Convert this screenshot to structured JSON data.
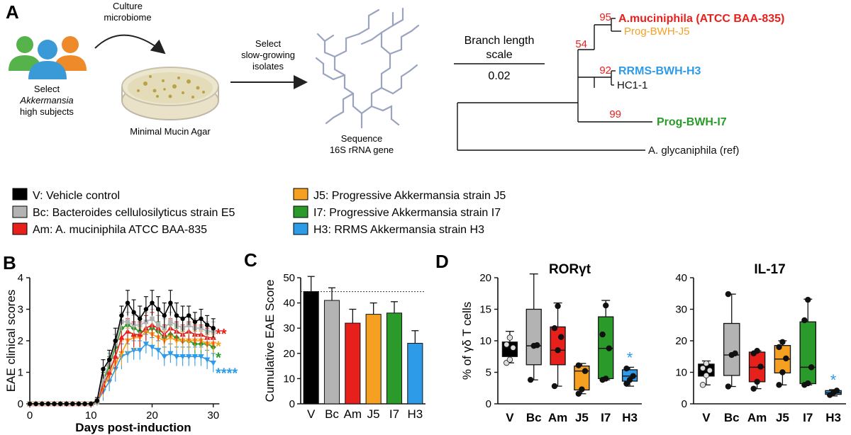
{
  "panel_a": {
    "label": "A",
    "culture_label_1": "Culture",
    "culture_label_2": "microbiome",
    "select_label_1": "Select",
    "select_label_2": "Akkermansia",
    "select_label_3": "high subjects",
    "agar_label": "Minimal Mucin Agar",
    "slow_label_1": "Select",
    "slow_label_2": "slow-growing",
    "slow_label_3": "isolates",
    "sequence_label_1": "Sequence",
    "sequence_label_2": "16S rRNA gene",
    "scale_label_1": "Branch length",
    "scale_label_2": "scale",
    "scale_value": "0.02",
    "tree": {
      "taxa": [
        {
          "name": "A.muciniphila (ATCC BAA-835)",
          "color": "#e8201c"
        },
        {
          "name": "Prog-BWH-J5",
          "color": "#f5a020"
        },
        {
          "name": "RRMS-BWH-H3",
          "color": "#2e9be8"
        },
        {
          "name": "HC1-1",
          "color": "#111111"
        },
        {
          "name": "Prog-BWH-I7",
          "color": "#2a9a2a"
        },
        {
          "name": "A. glycaniphila (ref)",
          "color": "#111111"
        }
      ],
      "bootstraps": [
        "95",
        "54",
        "92",
        "99"
      ]
    }
  },
  "legend": [
    {
      "text": "V: Vehicle control",
      "color": "#000000"
    },
    {
      "text": "Bc: Bacteroides cellulosilyticus strain E5",
      "color": "#b3b3b3"
    },
    {
      "text": "Am: A. muciniphila ATCC BAA-835",
      "color": "#e8201c"
    },
    {
      "text": "J5: Progressive Akkermansia strain J5",
      "color": "#f5a020"
    },
    {
      "text": "I7: Progressive Akkermansia strain I7",
      "color": "#2a9a2a"
    },
    {
      "text": "H3: RRMS Akkermansia strain H3",
      "color": "#2e9be8"
    }
  ],
  "chart_data": [
    {
      "panel": "B",
      "type": "line",
      "xlabel": "Days post-induction",
      "ylabel": "EAE clinical scores",
      "xlim": [
        0,
        32
      ],
      "ylim": [
        0,
        4
      ],
      "xticks": [
        0,
        10,
        20,
        30
      ],
      "yticks": [
        0,
        1,
        2,
        3,
        4
      ],
      "x": [
        0,
        1,
        2,
        3,
        4,
        5,
        6,
        7,
        8,
        9,
        10,
        11,
        12,
        13,
        14,
        15,
        16,
        17,
        18,
        19,
        20,
        21,
        22,
        23,
        24,
        25,
        26,
        27,
        28,
        29,
        30
      ],
      "series": [
        {
          "name": "V",
          "color": "#000000",
          "marker": "circle",
          "values": [
            0,
            0,
            0,
            0,
            0,
            0,
            0,
            0,
            0,
            0,
            0,
            0.1,
            1.1,
            1.4,
            2.0,
            2.8,
            3.2,
            2.9,
            2.7,
            3.0,
            3.2,
            3.0,
            2.8,
            3.2,
            2.8,
            2.7,
            2.8,
            2.6,
            2.7,
            2.5,
            2.4
          ],
          "errors": [
            0,
            0,
            0,
            0,
            0,
            0,
            0,
            0,
            0,
            0,
            0,
            0.1,
            0.3,
            0.3,
            0.4,
            0.3,
            0.4,
            0.4,
            0.4,
            0.4,
            0.4,
            0.4,
            0.4,
            0.4,
            0.4,
            0.4,
            0.3,
            0.3,
            0.3,
            0.3,
            0.3
          ]
        },
        {
          "name": "Bc",
          "color": "#b3b3b3",
          "marker": "square",
          "values": [
            0,
            0,
            0,
            0,
            0,
            0,
            0,
            0,
            0,
            0,
            0,
            0.05,
            0.8,
            1.3,
            1.9,
            2.6,
            2.6,
            2.5,
            2.5,
            2.6,
            2.7,
            2.5,
            2.4,
            2.6,
            2.5,
            2.4,
            2.5,
            2.4,
            2.4,
            2.3,
            2.3
          ],
          "errors": [
            0,
            0,
            0,
            0,
            0,
            0,
            0,
            0,
            0,
            0,
            0,
            0.1,
            0.3,
            0.3,
            0.3,
            0.3,
            0.3,
            0.3,
            0.3,
            0.3,
            0.3,
            0.3,
            0.3,
            0.3,
            0.3,
            0.3,
            0.3,
            0.3,
            0.3,
            0.3,
            0.3
          ]
        },
        {
          "name": "Am",
          "color": "#e8201c",
          "marker": "triangle-up",
          "values": [
            0,
            0,
            0,
            0,
            0,
            0,
            0,
            0,
            0,
            0,
            0,
            0.05,
            0.6,
            1.0,
            1.5,
            2.1,
            2.3,
            2.2,
            2.2,
            2.4,
            2.5,
            2.4,
            2.2,
            2.4,
            2.3,
            2.2,
            2.3,
            2.2,
            2.2,
            2.1,
            2.1
          ],
          "errors": [
            0,
            0,
            0,
            0,
            0,
            0,
            0,
            0,
            0,
            0,
            0,
            0.1,
            0.3,
            0.3,
            0.4,
            0.5,
            0.4,
            0.4,
            0.4,
            0.4,
            0.4,
            0.4,
            0.3,
            0.3,
            0.3,
            0.3,
            0.3,
            0.3,
            0.3,
            0.3,
            0.3
          ]
        },
        {
          "name": "J5",
          "color": "#f5a020",
          "marker": "triangle-down",
          "values": [
            0,
            0,
            0,
            0,
            0,
            0,
            0,
            0,
            0,
            0,
            0,
            0.05,
            0.5,
            0.9,
            1.3,
            1.6,
            2.0,
            2.1,
            2.1,
            2.3,
            2.2,
            2.1,
            2.0,
            2.1,
            2.0,
            2.0,
            2.0,
            2.0,
            2.0,
            1.9,
            1.9
          ],
          "errors": [
            0,
            0,
            0,
            0,
            0,
            0,
            0,
            0,
            0,
            0,
            0,
            0.1,
            0.3,
            0.3,
            0.4,
            0.4,
            0.4,
            0.4,
            0.3,
            0.3,
            0.3,
            0.3,
            0.3,
            0.3,
            0.3,
            0.3,
            0.3,
            0.3,
            0.3,
            0.3,
            0.3
          ]
        },
        {
          "name": "I7",
          "color": "#2a9a2a",
          "marker": "diamond",
          "values": [
            0,
            0,
            0,
            0,
            0,
            0,
            0,
            0,
            0,
            0,
            0,
            0.05,
            0.7,
            1.2,
            1.8,
            2.4,
            2.5,
            2.4,
            2.3,
            2.3,
            2.4,
            2.3,
            2.1,
            2.2,
            2.1,
            2.0,
            2.0,
            1.9,
            1.9,
            1.9,
            1.8
          ],
          "errors": [
            0,
            0,
            0,
            0,
            0,
            0,
            0,
            0,
            0,
            0,
            0,
            0.1,
            0.3,
            0.3,
            0.4,
            0.4,
            0.4,
            0.4,
            0.3,
            0.3,
            0.3,
            0.3,
            0.3,
            0.3,
            0.3,
            0.3,
            0.3,
            0.3,
            0.3,
            0.3,
            0.3
          ]
        },
        {
          "name": "H3",
          "color": "#2e9be8",
          "marker": "triangle-down",
          "values": [
            0,
            0,
            0,
            0,
            0,
            0,
            0,
            0,
            0,
            0,
            0,
            0.05,
            0.4,
            0.7,
            1.1,
            1.5,
            1.6,
            1.7,
            1.7,
            1.9,
            1.8,
            1.7,
            1.5,
            1.6,
            1.5,
            1.5,
            1.5,
            1.5,
            1.5,
            1.4,
            1.3
          ],
          "errors": [
            0,
            0,
            0,
            0,
            0,
            0,
            0,
            0,
            0,
            0,
            0,
            0.1,
            0.3,
            0.3,
            0.4,
            0.4,
            0.3,
            0.3,
            0.3,
            0.3,
            0.3,
            0.3,
            0.3,
            0.3,
            0.3,
            0.3,
            0.3,
            0.3,
            0.3,
            0.3,
            0.3
          ]
        }
      ],
      "annotations": [
        {
          "text": "**",
          "color": "#e8201c",
          "y": 2.25
        },
        {
          "text": "*",
          "color": "#f5a020",
          "y": 1.85
        },
        {
          "text": "*",
          "color": "#2a9a2a",
          "y": 1.5
        },
        {
          "text": "****",
          "color": "#2e9be8",
          "y": 1.0
        }
      ]
    },
    {
      "panel": "C",
      "type": "bar",
      "ylabel": "Cumulative EAE Score",
      "categories": [
        "V",
        "Bc",
        "Am",
        "J5",
        "I7",
        "H3"
      ],
      "values": [
        44.5,
        41,
        32,
        35.5,
        36,
        24
      ],
      "errors": [
        6,
        5,
        5.5,
        4.5,
        4.5,
        5
      ],
      "colors": [
        "#000000",
        "#b3b3b3",
        "#e8201c",
        "#f5a020",
        "#2a9a2a",
        "#2e9be8"
      ],
      "ylim": [
        0,
        50
      ],
      "yticks": [
        0,
        10,
        20,
        30,
        40,
        50
      ],
      "reference_line": 44.5
    },
    {
      "panel": "D",
      "type": "box",
      "title": "RORγt",
      "ylabel": "% of γδ T cells",
      "categories": [
        "V",
        "Bc",
        "Am",
        "J5",
        "I7",
        "H3"
      ],
      "colors": [
        "#000000",
        "#b3b3b3",
        "#e8201c",
        "#f5a020",
        "#2a9a2a",
        "#2e9be8"
      ],
      "ylim": [
        0,
        20
      ],
      "yticks": [
        0,
        5,
        10,
        15,
        20
      ],
      "boxes": [
        {
          "min": 6.5,
          "q1": 7.5,
          "median": 8.9,
          "q3": 9.8,
          "max": 11.5,
          "points": [
            6.5,
            7,
            8.9,
            9.4,
            10.5
          ]
        },
        {
          "min": 3.8,
          "q1": 6.2,
          "median": 9.2,
          "q3": 15.0,
          "max": 20.6,
          "points": [
            3.8,
            9.2,
            9.3
          ]
        },
        {
          "min": 2.8,
          "q1": 6.2,
          "median": 8.5,
          "q3": 12.2,
          "max": 16.0,
          "points": [
            2.8,
            8.5,
            10.6,
            12.0,
            15.5
          ]
        },
        {
          "min": 1.6,
          "q1": 2.2,
          "median": 5.2,
          "q3": 6.0,
          "max": 6.4,
          "points": [
            1.6,
            2.3,
            5.2,
            6.1
          ]
        },
        {
          "min": 3.8,
          "q1": 4.0,
          "median": 8.8,
          "q3": 13.8,
          "max": 16.4,
          "points": [
            3.8,
            4.0,
            8.8,
            11.0,
            15.6
          ]
        },
        {
          "min": 2.8,
          "q1": 3.6,
          "median": 4.4,
          "q3": 5.4,
          "max": 5.8,
          "points": [
            3.2,
            3.8,
            4.4,
            5.6
          ]
        }
      ],
      "significance": [
        {
          "category": "H3",
          "text": "*",
          "color": "#2e9be8"
        }
      ]
    },
    {
      "panel": "D",
      "type": "box",
      "title": "IL-17",
      "categories": [
        "V",
        "Bc",
        "Am",
        "J5",
        "I7",
        "H3"
      ],
      "colors": [
        "#000000",
        "#b3b3b3",
        "#e8201c",
        "#f5a020",
        "#2a9a2a",
        "#2e9be8"
      ],
      "ylim": [
        0,
        40
      ],
      "yticks": [
        0,
        10,
        20,
        30,
        40
      ],
      "boxes": [
        {
          "min": 6.0,
          "q1": 8.8,
          "median": 10.6,
          "q3": 12.6,
          "max": 13.6,
          "points": [
            6.0,
            9.0,
            10.6,
            11.3,
            12.8
          ]
        },
        {
          "min": 5.5,
          "q1": 9.0,
          "median": 15.5,
          "q3": 25.5,
          "max": 34.8,
          "points": [
            5.5,
            15.5,
            16.0,
            34.8
          ]
        },
        {
          "min": 4.8,
          "q1": 7.0,
          "median": 11.6,
          "q3": 16.4,
          "max": 16.8,
          "points": [
            4.8,
            7.0,
            11.8,
            16.0,
            16.8
          ]
        },
        {
          "min": 6.0,
          "q1": 9.8,
          "median": 14.2,
          "q3": 18.5,
          "max": 20.0,
          "points": [
            6.0,
            10.0,
            14.4,
            18.0,
            19.6
          ]
        },
        {
          "min": 6.0,
          "q1": 6.4,
          "median": 11.6,
          "q3": 26.0,
          "max": 33.2,
          "points": [
            6.0,
            6.5,
            11.6,
            26.5,
            33.0
          ]
        },
        {
          "min": 2.5,
          "q1": 3.0,
          "median": 3.5,
          "q3": 4.2,
          "max": 4.5,
          "points": [
            2.8,
            3.5,
            4.2
          ]
        }
      ],
      "significance": [
        {
          "category": "H3",
          "text": "*",
          "color": "#2e9be8"
        }
      ]
    }
  ]
}
